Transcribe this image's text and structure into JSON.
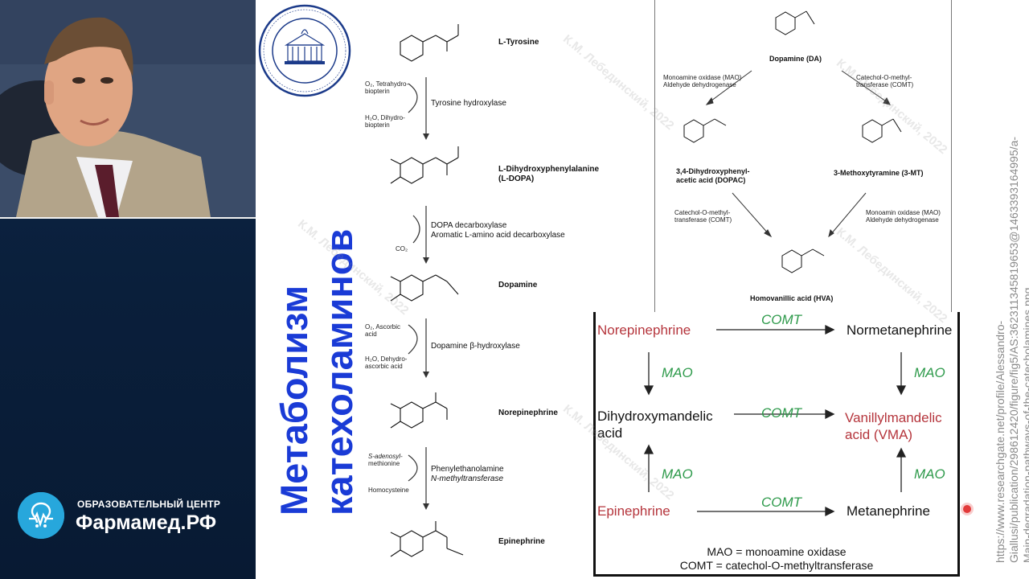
{
  "brand": {
    "subtitle": "ОБРАЗОВАТЕЛЬНЫЙ ЦЕНТР",
    "name": "Фармамед.РФ"
  },
  "slide_title": {
    "line1": "Метаболизм",
    "line2": "катехоламинов"
  },
  "watermark": "К.М. Лебединский, 2022",
  "pathway": {
    "compounds": [
      "L-Tyrosine",
      "L-Dihydroxyphenylalanine",
      "(L-DOPA)",
      "Dopamine",
      "Norepinephrine",
      "Epinephrine"
    ],
    "enzymes": [
      "Tyrosine hydroxylase",
      "DOPA decarboxylase",
      "Aromatic L-amino acid decarboxylase",
      "Dopamine β-hydroxylase",
      "Phenylethanolamine",
      "N-methyltransferase"
    ],
    "cofactors": {
      "step1_in": [
        "O₂, Tetrahydro-",
        "biopterin"
      ],
      "step1_out": [
        "H₂O, Dihydro-",
        "biopterin"
      ],
      "step2_out": [
        "CO₂"
      ],
      "step3_in": [
        "O₂, Ascorbic",
        "acid"
      ],
      "step3_out": [
        "H₂O, Dehydro-",
        "ascorbic acid"
      ],
      "step4_in": [
        "S-adenosyl-",
        "methionine"
      ],
      "step4_out": [
        "Homocysteine"
      ]
    }
  },
  "dopamine_panel": {
    "top": "Dopamine (DA)",
    "left": [
      "3,4-Dihydroxyphenyl-",
      "acetic acid (DOPAC)"
    ],
    "right": "3-Methoxytyramine (3-MT)",
    "bottom": "Homovanillic acid (HVA)",
    "enz_tl": [
      "Monoamine oxidase (MAO)",
      "Aldehyde dehydrogenase"
    ],
    "enz_tr": [
      "Catechol-O-methyl-",
      "transferase (COMT)"
    ],
    "enz_bl": [
      "Catechol-O-methyl-",
      "transferase (COMT)"
    ],
    "enz_br": [
      "Monoamin oxidase (MAO)",
      "Aldehyde dehydrogenase"
    ]
  },
  "catechol_panel": {
    "norepinephrine": "Norepinephrine",
    "normetanephrine": "Normetanephrine",
    "dhma": [
      "Dihydroxymandelic",
      "acid"
    ],
    "vma": [
      "Vanillylmandelic",
      "acid (VMA)"
    ],
    "epinephrine": "Epinephrine",
    "metanephrine": "Metanephrine",
    "comt": "COMT",
    "mao": "MAO",
    "legend": [
      "MAO = monoamine oxidase",
      "COMT = catechol-O-methyltransferase"
    ]
  },
  "source": "https://www.researchgate.net/profile/Alessandro-Giallusi/publication/298612420/figure/fig5/AS:362311345819653@1463393164995/a-Main-degradation-pathways-of-the-catecholamines.png",
  "colors": {
    "title_blue": "#1a3bd6",
    "red": "#b5353c",
    "green": "#2e9a4b",
    "brand_blue": "#27a7dc"
  }
}
